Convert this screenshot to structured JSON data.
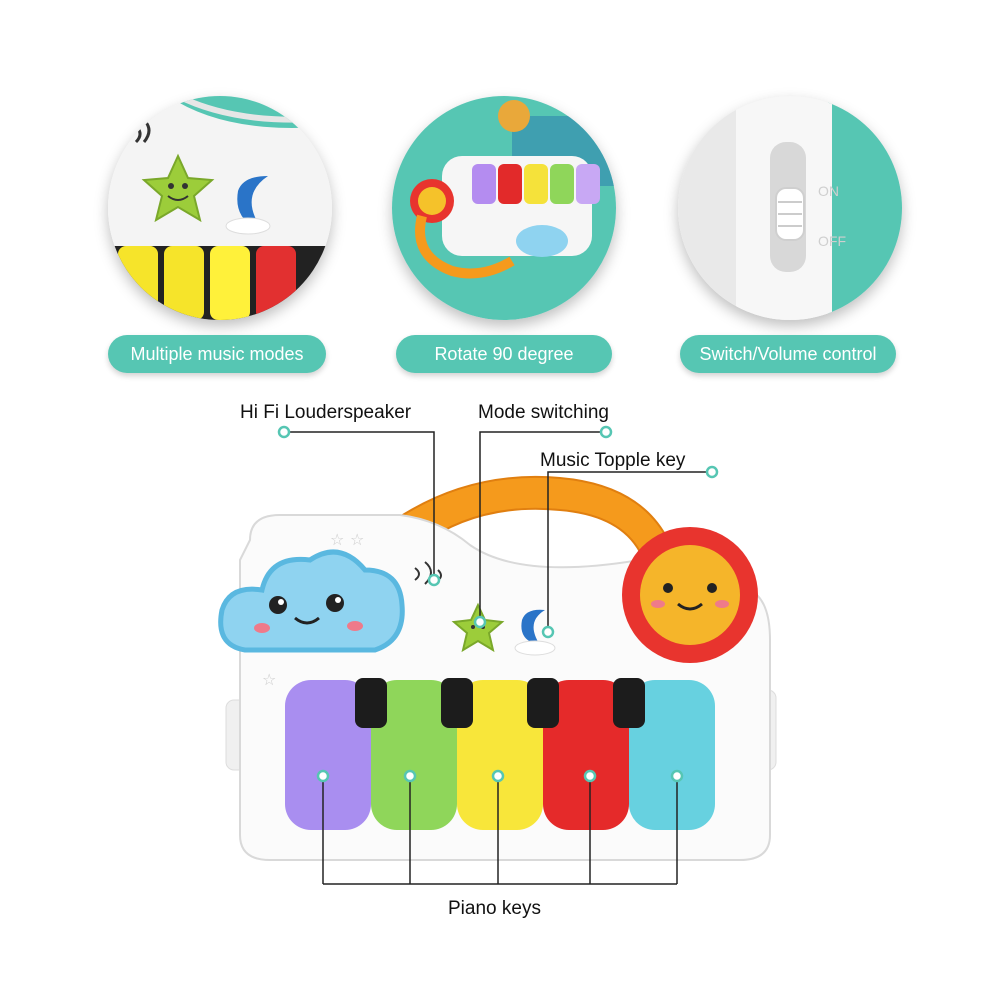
{
  "features": [
    {
      "label": "Multiple music modes"
    },
    {
      "label": "Rotate 90 degree"
    },
    {
      "label": "Switch/Volume control"
    }
  ],
  "callouts": {
    "speaker": "Hi Fi Louderspeaker",
    "mode": "Mode switching",
    "toggle": "Music Topple key",
    "keys": "Piano keys"
  },
  "switch_letters": {
    "on": "ON",
    "off": "OFF"
  },
  "colors": {
    "accent": "#56c6b3",
    "key_purple": "#a98ef0",
    "key_green": "#8fd65a",
    "key_yellow": "#f8e63a",
    "key_red": "#e52a2a",
    "key_blue": "#67d1e0",
    "handle_orange": "#f59a1c",
    "sun": "#e8342e",
    "cloud": "#8fd3f0"
  }
}
